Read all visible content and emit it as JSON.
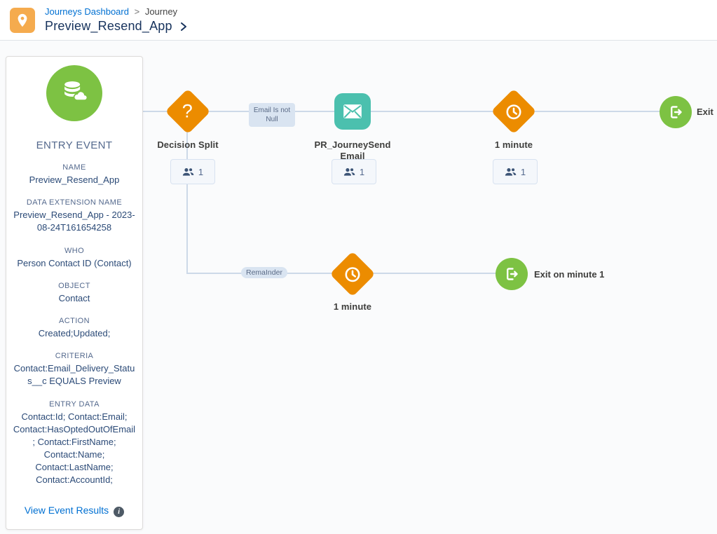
{
  "header": {
    "breadcrumb": {
      "link_label": "Journeys Dashboard",
      "separator": ">",
      "current": "Journey"
    },
    "title": "Preview_Resend_App"
  },
  "entry_panel": {
    "heading": "ENTRY EVENT",
    "fields": [
      {
        "label": "NAME",
        "value": "Preview_Resend_App"
      },
      {
        "label": "DATA EXTENSION NAME",
        "value": "Preview_Resend_App - 2023-08-24T161654258"
      },
      {
        "label": "WHO",
        "value": "Person Contact ID (Contact)"
      },
      {
        "label": "OBJECT",
        "value": "Contact"
      },
      {
        "label": "ACTION",
        "value": "Created;Updated;"
      },
      {
        "label": "CRITERIA",
        "value": "Contact:Email_Delivery_Status__c EQUALS Preview"
      },
      {
        "label": "ENTRY DATA",
        "value": "Contact:Id; Contact:Email; Contact:HasOptedOutOfEmail; Contact:FirstName; Contact:Name; Contact:LastName; Contact:AccountId;"
      }
    ],
    "results_link": "View Event Results"
  },
  "canvas": {
    "decision": {
      "label": "Decision Split",
      "count": "1"
    },
    "email": {
      "label": "PR_JourneySendEmail",
      "count": "1"
    },
    "wait_top": {
      "label": "1 minute",
      "count": "1"
    },
    "exit_top": {
      "label": "Exit"
    },
    "wait_bottom": {
      "label": "1 minute"
    },
    "exit_bottom": {
      "label": "Exit on minute 1"
    },
    "path_labels": {
      "email_path": "Email Is not Null",
      "remainder_path": "RemaInder"
    }
  },
  "colors": {
    "header_icon_orange": "#f5ab4e",
    "decision_wait_orange": "#ec8c00",
    "email_teal": "#4bc0ae",
    "exit_entry_green": "#7dc243",
    "link_blue": "#0070d2",
    "connector_line": "#cdd9e8",
    "panel_label_slate": "#54698d",
    "panel_value_navy": "#2b4a77"
  }
}
